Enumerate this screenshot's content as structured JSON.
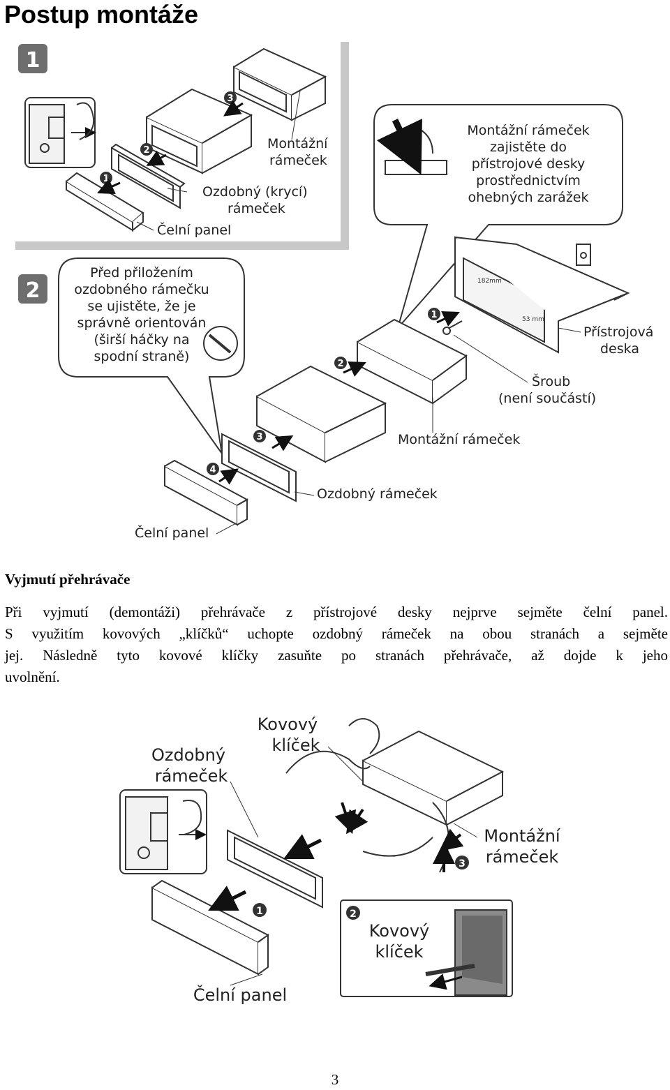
{
  "page_title": "Postup montáže",
  "step1": {
    "badge": "1",
    "labels": {
      "montazni_ramecek": [
        "Montážní",
        "rámeček"
      ],
      "ozdobny_kryci_ramecek": [
        "Ozdobný (krycí)",
        "rámeček"
      ],
      "celni_panel": "Čelní panel"
    },
    "callout": [
      "Montážní rámeček",
      "zajistěte do",
      "přístrojové desky",
      "prostřednictvím",
      "ohebných zarážek"
    ]
  },
  "step2": {
    "badge": "2",
    "callout": [
      "Před přiložením",
      "ozdobného rámečku",
      "se ujistěte, že je",
      "správně orientován",
      "(širší háčky na",
      "spodní straně)"
    ],
    "labels": {
      "pristrojova_deska": [
        "Přístrojová",
        "deska"
      ],
      "sroub": [
        "Šroub",
        "(není součástí)"
      ],
      "montazni_ramecek": "Montážní rámeček",
      "ozdobny_ramecek": "Ozdobný rámeček",
      "celni_panel": "Čelní panel"
    },
    "dimensions": [
      "182mm",
      "53 mm"
    ]
  },
  "removal": {
    "heading": "Vyjmutí přehrávače",
    "paragraph_lines": [
      "Při vyjmutí (demontáži) přehrávače z přístrojové desky nejprve sejměte čelní panel.",
      "S využitím kovových „klíčků“ uchopte ozdobný rámeček na obou stranách a sejměte",
      "jej. Následně tyto kovové klíčky zasuňte po stranách přehrávače, až dojde k jeho",
      "uvolnění."
    ],
    "figure_labels": {
      "kovovy_klicek": [
        "Kovový",
        "klíček"
      ],
      "ozdobny_ramecek": [
        "Ozdobný",
        "rámeček"
      ],
      "montazni_ramecek": [
        "Montážní",
        "rámeček"
      ],
      "celni_panel": "Čelní panel",
      "inset_kovovy_klicek": [
        "Kovový",
        "klíček"
      ]
    }
  },
  "page_number": "3"
}
